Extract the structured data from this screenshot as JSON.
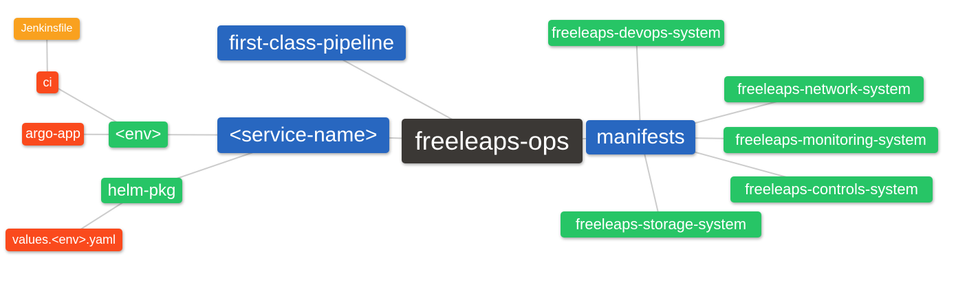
{
  "diagram": {
    "type": "mindmap",
    "background_color": "#ffffff",
    "edge_color": "#cccccc",
    "palette": {
      "blue": "#2867c0",
      "green": "#27c566",
      "red_orange": "#fa4a1d",
      "amber": "#f9a11f",
      "dark": "#3b3835"
    },
    "nodes": {
      "root": {
        "label": "freeleaps-ops",
        "color": "#3b3835"
      },
      "service_name": {
        "label": "<service-name>",
        "color": "#2867c0"
      },
      "first_class_pipeline": {
        "label": "first-class-pipeline",
        "color": "#2867c0"
      },
      "manifests": {
        "label": "manifests",
        "color": "#2867c0"
      },
      "env": {
        "label": "<env>",
        "color": "#27c566"
      },
      "helm_pkg": {
        "label": "helm-pkg",
        "color": "#27c566"
      },
      "ci": {
        "label": "ci",
        "color": "#fa4a1d"
      },
      "argo_app": {
        "label": "argo-app",
        "color": "#fa4a1d"
      },
      "values_yaml": {
        "label": "values.<env>.yaml",
        "color": "#fa4a1d"
      },
      "jenkinsfile": {
        "label": "Jenkinsfile",
        "color": "#f9a11f"
      },
      "devops_system": {
        "label": "freeleaps-devops-system",
        "color": "#27c566"
      },
      "network_system": {
        "label": "freeleaps-network-system",
        "color": "#27c566"
      },
      "monitoring_system": {
        "label": "freeleaps-monitoring-system",
        "color": "#27c566"
      },
      "controls_system": {
        "label": "freeleaps-controls-system",
        "color": "#27c566"
      },
      "storage_system": {
        "label": "freeleaps-storage-system",
        "color": "#27c566"
      }
    },
    "edges": [
      {
        "from": "jenkinsfile",
        "to": "ci"
      },
      {
        "from": "ci",
        "to": "env"
      },
      {
        "from": "argo_app",
        "to": "env"
      },
      {
        "from": "env",
        "to": "service_name"
      },
      {
        "from": "helm_pkg",
        "to": "service_name"
      },
      {
        "from": "values_yaml",
        "to": "helm_pkg"
      },
      {
        "from": "first_class_pipeline",
        "to": "root"
      },
      {
        "from": "service_name",
        "to": "root"
      },
      {
        "from": "root",
        "to": "manifests"
      },
      {
        "from": "manifests",
        "to": "devops_system"
      },
      {
        "from": "manifests",
        "to": "network_system"
      },
      {
        "from": "manifests",
        "to": "monitoring_system"
      },
      {
        "from": "manifests",
        "to": "controls_system"
      },
      {
        "from": "manifests",
        "to": "storage_system"
      }
    ]
  }
}
